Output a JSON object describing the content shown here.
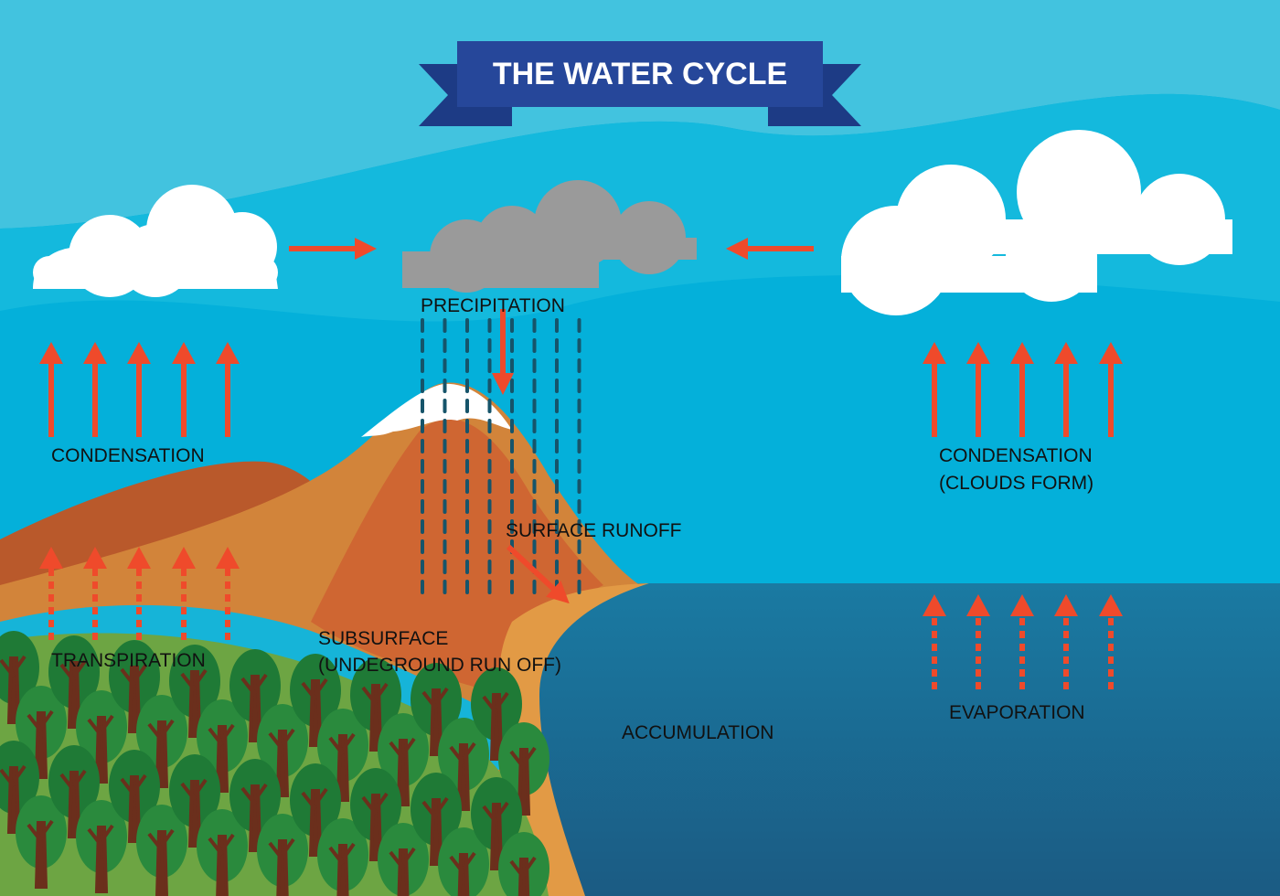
{
  "title": "THE WATER CYCLE",
  "labels": {
    "precipitation": "PRECIPITATION",
    "condensation_left": "CONDENSATION",
    "condensation_right_1": "CONDENSATION",
    "condensation_right_2": "(CLOUDS FORM)",
    "surface_runoff": "SURFACE RUNOFF",
    "transpiration": "TRANSPIRATION",
    "subsurface_1": "SUBSURFACE",
    "subsurface_2": "(UNDEGROUND RUN OFF)",
    "accumulation": "ACCUMULATION",
    "evaporation": "EVAPORATION"
  },
  "colors": {
    "sky_top": "#42c3df",
    "sky": "#04b0da",
    "ocean_top": "#1a7aa2",
    "ocean_bottom": "#1b5b83",
    "arrow": "#ef4a2b",
    "ribbon": "#26479a",
    "cloud_gray": "#9a9a9a",
    "rain": "#16546a"
  }
}
